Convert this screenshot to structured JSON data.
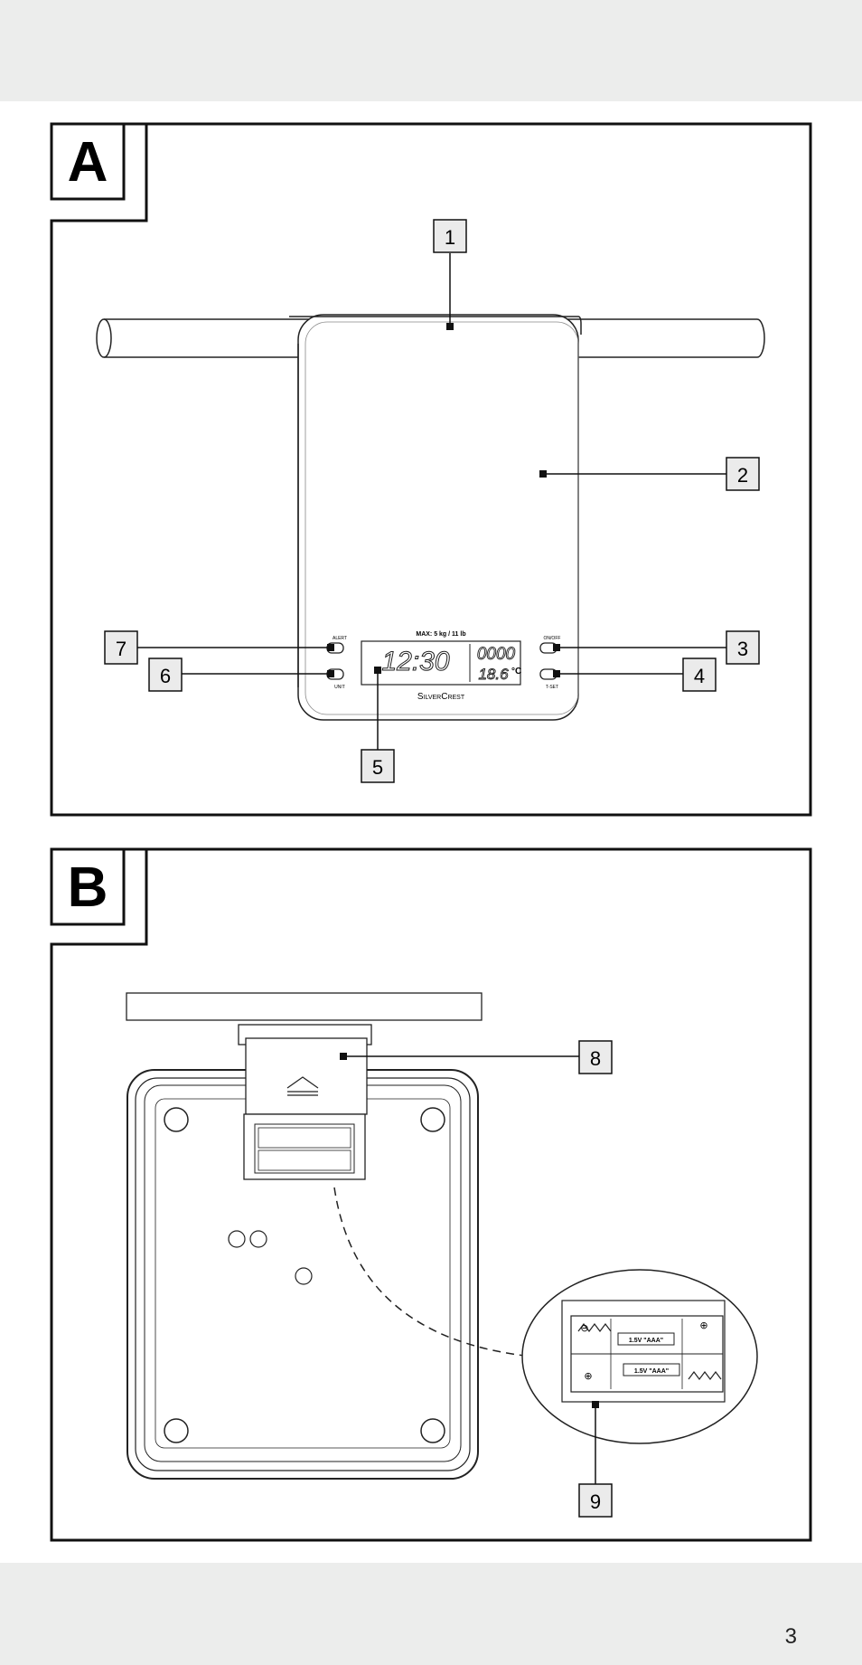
{
  "figure_a": {
    "label": "A",
    "callouts": [
      "1",
      "2",
      "3",
      "4",
      "5",
      "6",
      "7"
    ],
    "scale": {
      "max_label": "MAX: 5 kg / 11 lb",
      "time_display": "12:30",
      "weight_display": "0000",
      "temp_display": "18.6",
      "temp_unit": "°C",
      "brand": "SilverCrest",
      "btn_on_off": "ON/OFF",
      "btn_tare": "T-SET",
      "btn_unit": "UNIT",
      "btn_alarm": "ALERT"
    }
  },
  "figure_b": {
    "label": "B",
    "callouts": [
      "8",
      "9"
    ],
    "battery_label_1": "1.5V \"AAA\"",
    "battery_label_2": "1.5V \"AAA\"",
    "minus_symbol": "⊖",
    "plus_symbol": "⊕"
  },
  "page": {
    "number": "3"
  }
}
